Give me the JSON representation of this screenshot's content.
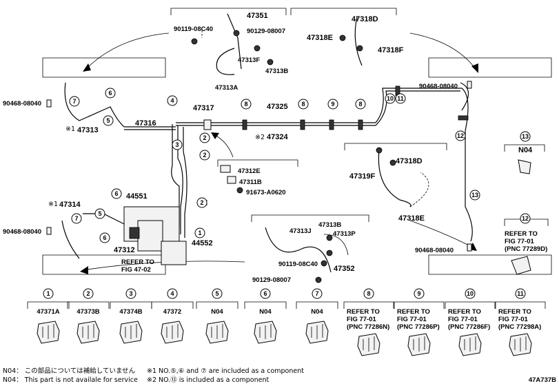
{
  "labels": {
    "p47351": "47351",
    "p90119a": "90119-08C40",
    "p90129a": "90129-08007",
    "p47313F": "47313F",
    "p47313B_top": "47313B",
    "p47313A": "47313A",
    "p47318D_top": "47318D",
    "p47318E_top": "47318E",
    "p47318F": "47318F",
    "p90468_left": "90468-08040",
    "p47313": "47313",
    "p47316": "47316",
    "p47317": "47317",
    "p47325": "47325",
    "p47324": "47324",
    "p90468_right": "90468-08040",
    "p47312E": "47312E",
    "p47311B": "47311B",
    "p91673": "91673-A0620",
    "p47314": "47314",
    "p44551": "44551",
    "p90468_left2": "90468-08040",
    "p47312": "47312",
    "p44552": "44552",
    "refer_to": "REFER TO",
    "fig4702": "FIG 47-02",
    "p47313J": "47313J",
    "p47313B_mid": "47313B",
    "p47313P": "47313P",
    "p90119b": "90119-08C40",
    "p47352": "47352",
    "p90129b": "90129-08007",
    "p47319F": "47319F",
    "p47318D_mid": "47318D",
    "p47318E_mid": "47318E",
    "p90468_right2": "90468-08040",
    "n04_13": "N04",
    "ref12_a": "REFER TO",
    "ref12_b": "FIG 77-01",
    "ref12_c": "(PNC 77289D)",
    "note_1_star": "※1",
    "note_2_star": "※2"
  },
  "bottom_parts": [
    {
      "num": "1",
      "label": "47371A"
    },
    {
      "num": "2",
      "label": "47373B"
    },
    {
      "num": "3",
      "label": "47374B"
    },
    {
      "num": "4",
      "label": "47372"
    },
    {
      "num": "5",
      "label": "N04"
    },
    {
      "num": "6",
      "label": "N04"
    },
    {
      "num": "7",
      "label": "N04"
    },
    {
      "num": "8",
      "label": "REFER TO",
      "l2": "FIG 77-01",
      "l3": "(PNC 77286N)"
    },
    {
      "num": "9",
      "label": "REFER TO",
      "l2": "FIG 77-01",
      "l3": "(PNC 77286P)"
    },
    {
      "num": "10",
      "label": "REFER TO",
      "l2": "FIG 77-01",
      "l3": "(PNC 77286F)"
    },
    {
      "num": "11",
      "label": "REFER TO",
      "l2": "FIG 77-01",
      "l3": "(PNC 77298A)"
    }
  ],
  "footer": {
    "n04_jp": "N04： この部品については補給していません",
    "n04_en": "N04： This part is not availale for service",
    "note1": "※1 NO.⑤,⑥ and ⑦ are included as a component",
    "note2": "※2 NO.⑬ is included as a component",
    "figure_code": "47A737B"
  }
}
